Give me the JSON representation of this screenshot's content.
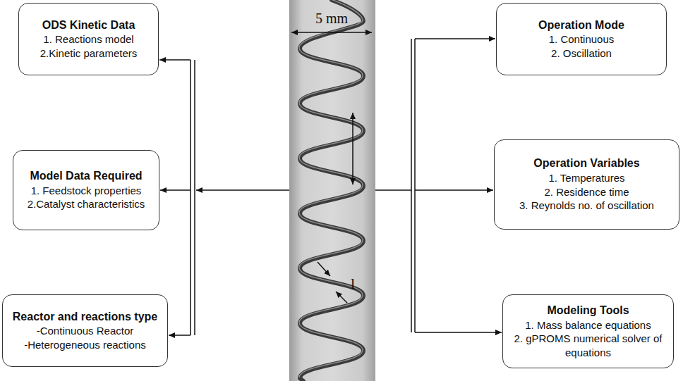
{
  "diagram": {
    "nodes": [
      {
        "text": [
          "ODS Kinetic Data",
          "1. Reactions model",
          "2.Kinetic parameters"
        ]
      },
      {
        "text": [
          "Model Data Required",
          "1. Feedstock properties",
          "2.Catalyst characteristics"
        ]
      },
      {
        "text": [
          "Reactor and reactions type",
          "-Continuous Reactor",
          "-Heterogeneous reactions"
        ]
      },
      {
        "text": [
          "Operation Mode",
          "1. Continuous",
          "2. Oscillation"
        ]
      },
      {
        "text": [
          "Operation Variables",
          "1. Temperatures",
          "2. Residence time",
          "3. Reynolds no. of oscillation"
        ]
      },
      {
        "text": [
          "Modeling Tools",
          "1. Mass balance equations",
          "2. gPROMS numerical solver of equations"
        ]
      }
    ],
    "labels": [
      "5 mm",
      "l"
    ]
  }
}
